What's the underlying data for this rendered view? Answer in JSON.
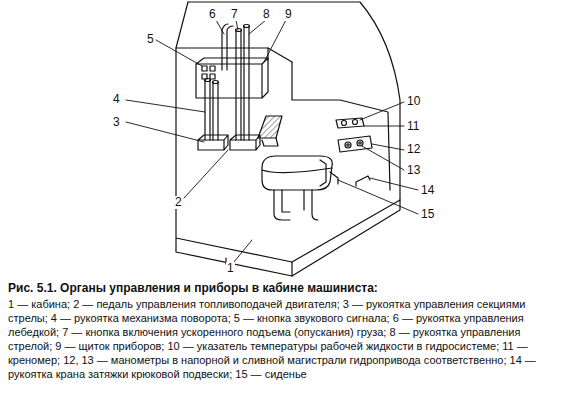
{
  "diagram": {
    "caption": "Рис. 5.1. Органы управления и приборы в кабине машиниста:",
    "labels": [
      "5",
      "6",
      "7",
      "8",
      "9",
      "4",
      "3",
      "2",
      "10",
      "11",
      "12",
      "13",
      "14",
      "15",
      "1",
      "1 — кабина; 2 — педаль управления топливоподачей двигателя; 3 — рукоятка управления секциями стрелы; 4 — рукоятка механизма поворота; 5 — кнопка звукового сигнала; 6 — рукоятка управления лебедкой; 7 — кнопка включения ускоренного подъема (опускания) груза; 8 — рукоятка управления стрелой; 9 — щиток приборов; 10 — указатель температуры рабочей жидкости в гидросистеме; 11 — креномер; 12, 13 — манометры в напорной и сливной магистрали гидропривода соответственно; 14 — рукоятка крана затяжки крюковой подвески; 15 — сиденье"
    ]
  }
}
